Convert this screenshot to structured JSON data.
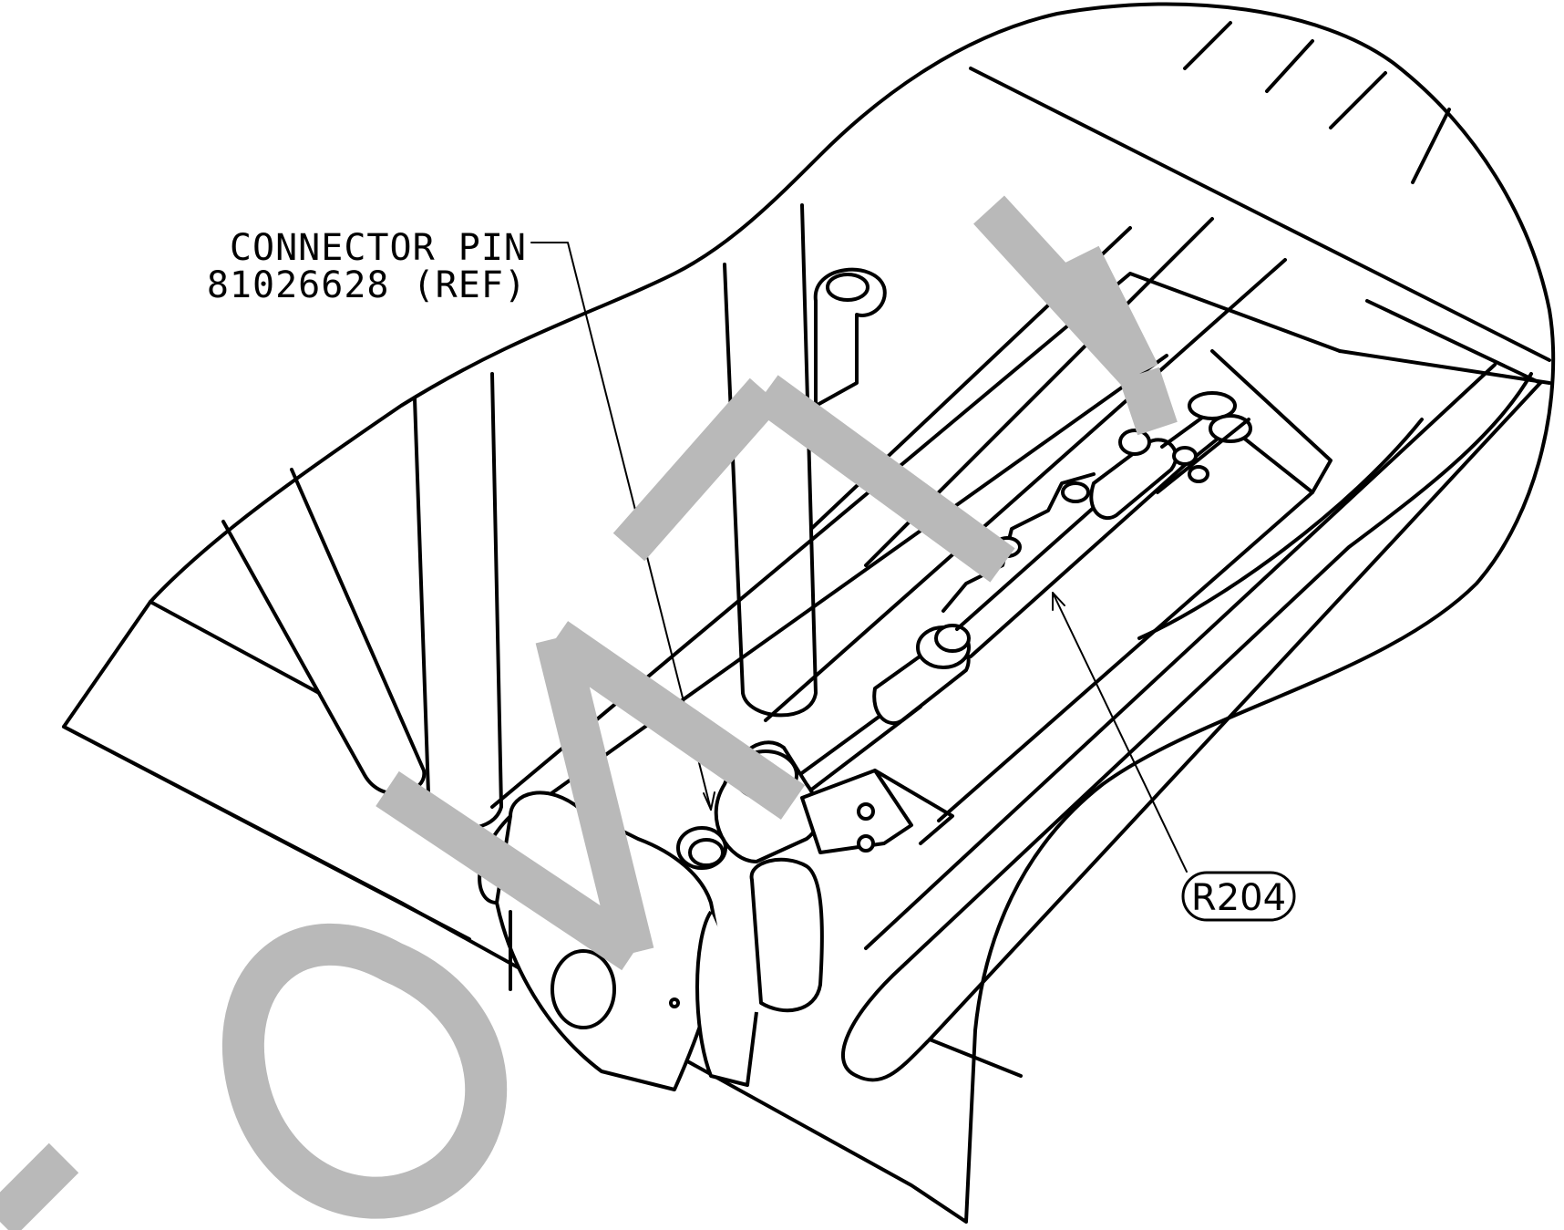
{
  "callouts": {
    "connector_pin_line1": "CONNECTOR PIN",
    "connector_pin_line2": "81026628 (REF)",
    "balloon_label": "R204"
  },
  "watermark": {
    "text": "ONLY",
    "color": "#b9b9b9"
  },
  "colors": {
    "line": "#000000",
    "background": "#ffffff"
  }
}
